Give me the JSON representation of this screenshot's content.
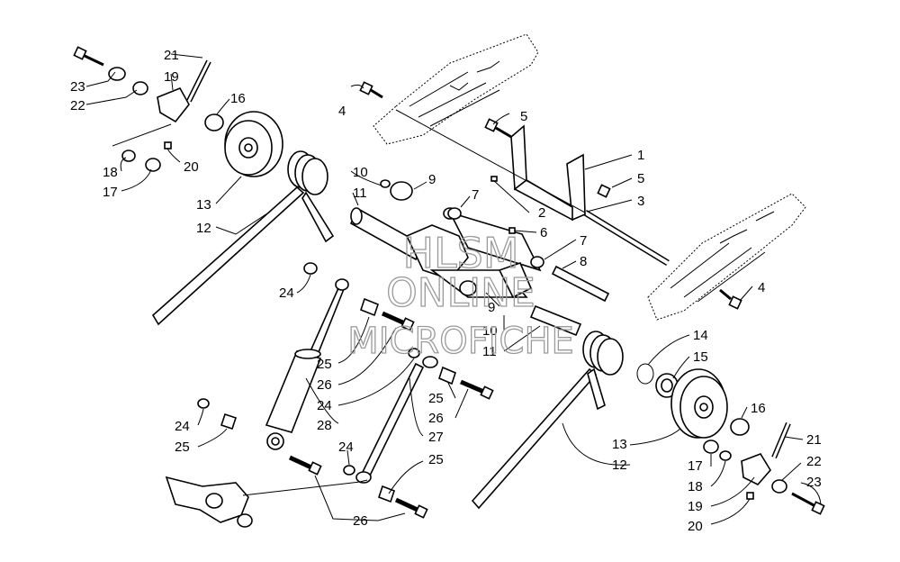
{
  "watermark": {
    "line1": "HLSM",
    "line2": "ONLINE",
    "line3": "MICROFICHE"
  },
  "callouts": {
    "c1": "1",
    "c2": "2",
    "c3": "3",
    "c4a": "4",
    "c4b": "4",
    "c5a": "5",
    "c5b": "5",
    "c6": "6",
    "c7a": "7",
    "c7b": "7",
    "c8": "8",
    "c9a": "9",
    "c9b": "9",
    "c10a": "10",
    "c10b": "10",
    "c11a": "11",
    "c11b": "11",
    "c12a": "12",
    "c12b": "12",
    "c13a": "13",
    "c13b": "13",
    "c14": "14",
    "c15": "15",
    "c16a": "16",
    "c16b": "16",
    "c17a": "17",
    "c17b": "17",
    "c18a": "18",
    "c18b": "18",
    "c19a": "19",
    "c19b": "19",
    "c20a": "20",
    "c20b": "20",
    "c21a": "21",
    "c21b": "21",
    "c22a": "22",
    "c22b": "22",
    "c23a": "23",
    "c23b": "23",
    "c24a": "24",
    "c24b": "24",
    "c24c": "24",
    "c24d": "24",
    "c25a": "25",
    "c25b": "25",
    "c25c": "25",
    "c25d": "25",
    "c26a": "26",
    "c26b": "26",
    "c26c": "26",
    "c27": "27",
    "c28": "28"
  }
}
